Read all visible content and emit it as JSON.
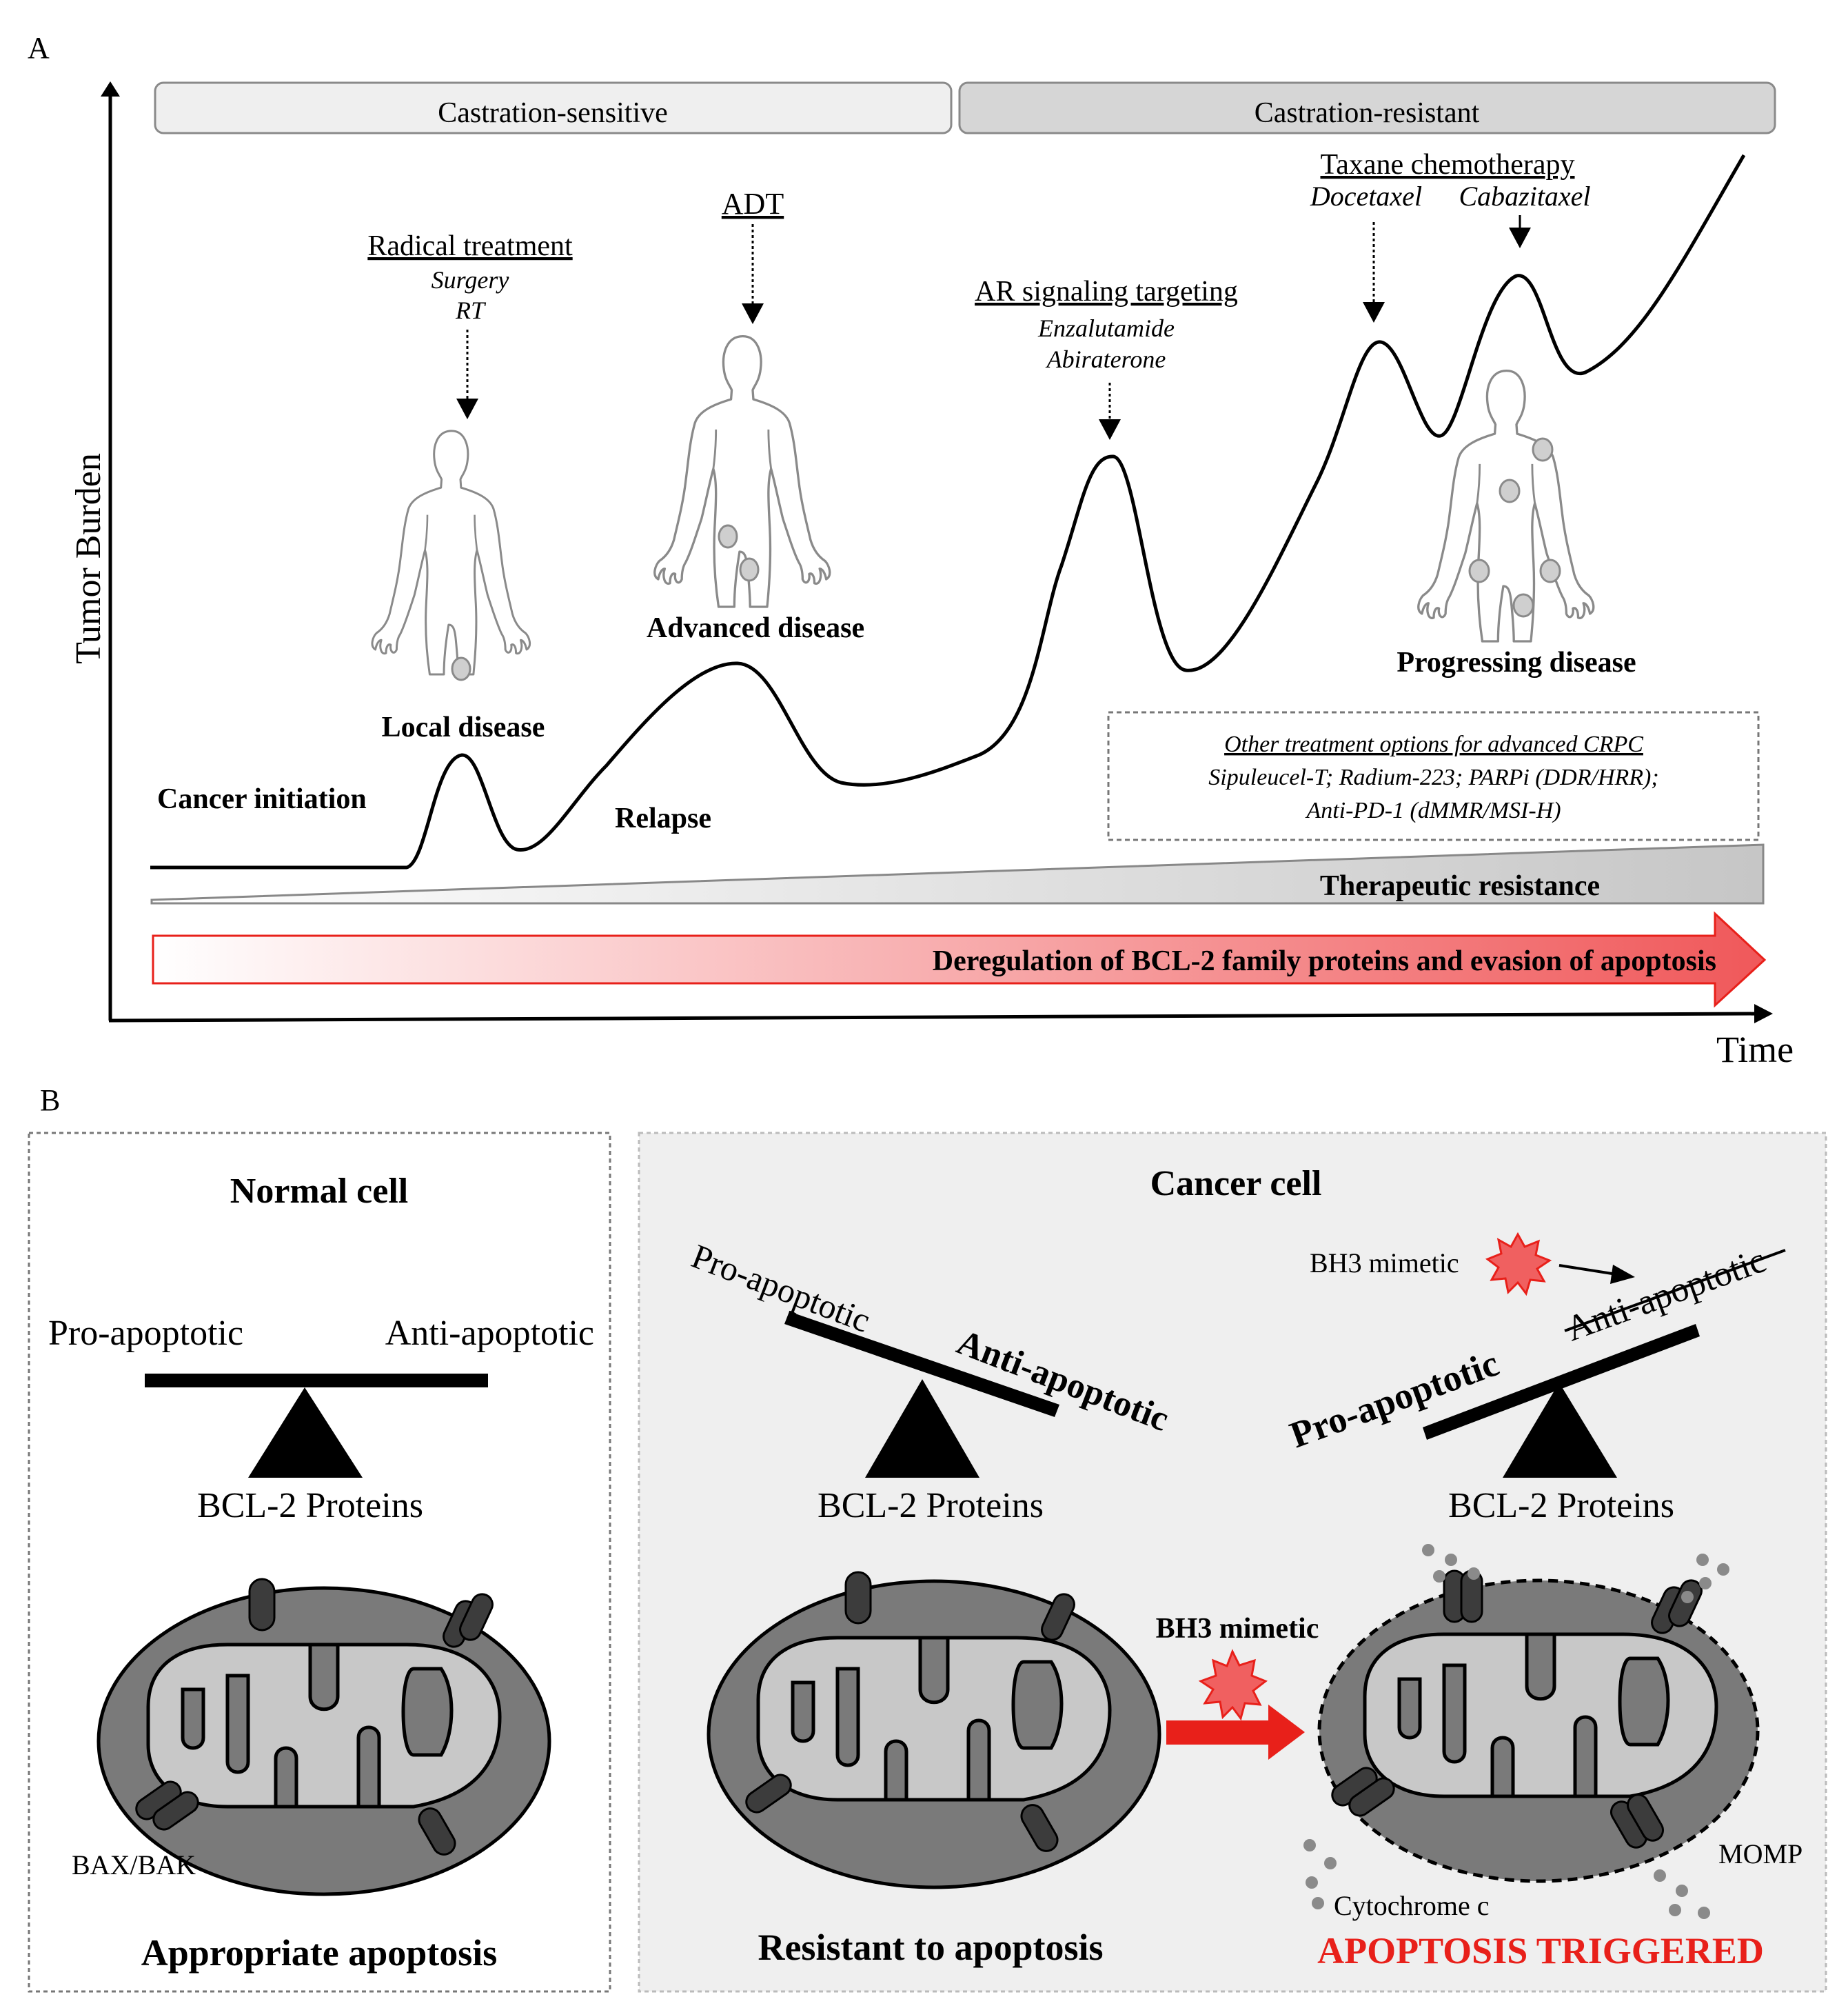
{
  "panel_a": {
    "label": "A",
    "y_axis_label": "Tumor Burden",
    "x_axis_label": "Time",
    "phase_sensitive": "Castration-sensitive",
    "phase_resistant": "Castration-resistant",
    "stages": {
      "cancer_initiation": "Cancer initiation",
      "local_disease": "Local disease",
      "relapse": "Relapse",
      "advanced_disease": "Advanced disease",
      "progressing_disease": "Progressing disease"
    },
    "treatments": {
      "radical": {
        "title": "Radical treatment",
        "line1": "Surgery",
        "line2": "RT"
      },
      "adt": {
        "title": "ADT"
      },
      "ar": {
        "title": "AR signaling targeting",
        "line1": "Enzalutamide",
        "line2": "Abiraterone"
      },
      "taxane": {
        "title": "Taxane chemotherapy",
        "drug1": "Docetaxel",
        "drug2": "Cabazitaxel"
      }
    },
    "other_options": {
      "title": "Other treatment options for advanced CRPC",
      "line1": "Sipuleucel-T; Radium-223;  PARPi (DDR/HRR);",
      "line2": "Anti-PD-1 (dMMR/MSI-H)"
    },
    "therapeutic_resistance": "Therapeutic resistance",
    "deregulation": "Deregulation of BCL-2 family proteins and evasion of apoptosis"
  },
  "panel_b": {
    "label": "B",
    "normal": {
      "title": "Normal cell",
      "pro": "Pro-apoptotic",
      "anti": "Anti-apoptotic",
      "proteins": "BCL-2 Proteins",
      "bax_bak": "BAX/BAK",
      "outcome": "Appropriate apoptosis"
    },
    "cancer": {
      "title": "Cancer cell",
      "pro_left": "Pro-apoptotic",
      "anti_left": "Anti-apoptotic",
      "proteins_left": "BCL-2 Proteins",
      "bh3_small": "BH3 mimetic",
      "anti_right": "Anti-apoptotic",
      "pro_right": "Pro-apoptotic",
      "proteins_right": "BCL-2 Proteins",
      "bh3_arrow": "BH3 mimetic",
      "momp": "MOMP",
      "cytochrome": "Cytochrome c",
      "outcome_left": "Resistant to apoptosis",
      "outcome_right": "APOPTOSIS TRIGGERED"
    }
  },
  "colors": {
    "red": "#e8201a",
    "mito_outer": "#7a7a7a",
    "mito_inner": "#c8c8c8",
    "channel": "#3c3c3c",
    "body_outline": "#8a8a8a",
    "tumor": "#cfcfcf",
    "panel_bg": "#efefef"
  }
}
